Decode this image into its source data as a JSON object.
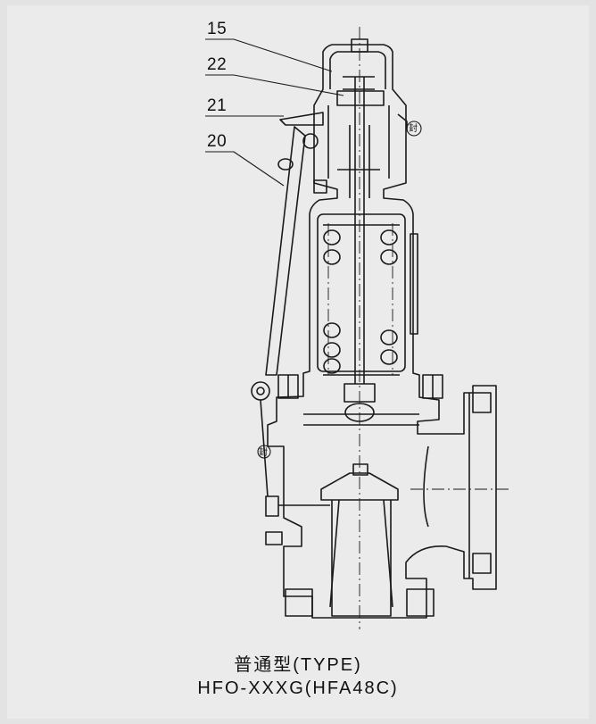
{
  "labels": {
    "p15": "15",
    "p22": "22",
    "p21": "21",
    "p20": "20"
  },
  "caption": {
    "line1": "普通型(TYPE)",
    "line2": "HFO-XXXG(HFA48C)"
  },
  "stamps": [
    "封",
    "封"
  ]
}
